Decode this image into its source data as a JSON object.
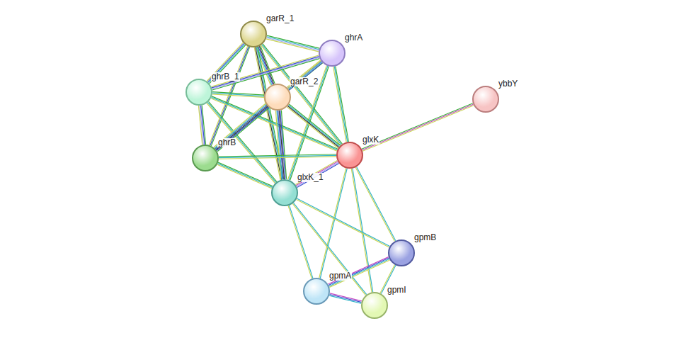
{
  "diagram": {
    "nodes": [
      {
        "text": [
          "garR_1"
        ]
      },
      {
        "text": [
          "ghrA"
        ]
      },
      {
        "text": [
          "ghrB_1"
        ]
      },
      {
        "text": [
          "garR_2"
        ]
      },
      {
        "text": [
          "ybbY"
        ]
      },
      {
        "text": [
          "ghrB"
        ]
      },
      {
        "text": [
          "glxK"
        ]
      },
      {
        "text": [
          "glxK_1"
        ]
      },
      {
        "text": [
          "gpmB"
        ]
      },
      {
        "text": [
          "gpmA"
        ]
      },
      {
        "text": [
          "gpmI"
        ]
      }
    ],
    "edges": [
      {
        "from": 0,
        "to": 1,
        "arrow": "none"
      },
      {
        "from": 0,
        "to": 2,
        "arrow": "none"
      },
      {
        "from": 0,
        "to": 3,
        "arrow": "none"
      },
      {
        "from": 0,
        "to": 5,
        "arrow": "none"
      },
      {
        "from": 0,
        "to": 6,
        "arrow": "none"
      },
      {
        "from": 0,
        "to": 7,
        "arrow": "none"
      },
      {
        "from": 1,
        "to": 2,
        "arrow": "none"
      },
      {
        "from": 1,
        "to": 3,
        "arrow": "none"
      },
      {
        "from": 1,
        "to": 6,
        "arrow": "none"
      },
      {
        "from": 1,
        "to": 7,
        "arrow": "none"
      },
      {
        "from": 1,
        "to": 5,
        "arrow": "none"
      },
      {
        "from": 2,
        "to": 3,
        "arrow": "none"
      },
      {
        "from": 2,
        "to": 5,
        "arrow": "none"
      },
      {
        "from": 2,
        "to": 6,
        "arrow": "none"
      },
      {
        "from": 2,
        "to": 7,
        "arrow": "none"
      },
      {
        "from": 3,
        "to": 5,
        "arrow": "none"
      },
      {
        "from": 3,
        "to": 6,
        "arrow": "none"
      },
      {
        "from": 3,
        "to": 7,
        "arrow": "none"
      },
      {
        "from": 5,
        "to": 6,
        "arrow": "none"
      },
      {
        "from": 5,
        "to": 7,
        "arrow": "none"
      },
      {
        "from": 6,
        "to": 7,
        "arrow": "none"
      },
      {
        "from": 6,
        "to": 4,
        "arrow": "none"
      },
      {
        "from": 6,
        "to": 8,
        "arrow": "none"
      },
      {
        "from": 6,
        "to": 9,
        "arrow": "none"
      },
      {
        "from": 6,
        "to": 10,
        "arrow": "none"
      },
      {
        "from": 7,
        "to": 8,
        "arrow": "none"
      },
      {
        "from": 7,
        "to": 9,
        "arrow": "none"
      },
      {
        "from": 7,
        "to": 10,
        "arrow": "none"
      },
      {
        "from": 9,
        "to": 8,
        "arrow": "none"
      },
      {
        "from": 9,
        "to": 10,
        "arrow": "none"
      },
      {
        "from": 8,
        "to": 10,
        "arrow": "none"
      }
    ]
  }
}
